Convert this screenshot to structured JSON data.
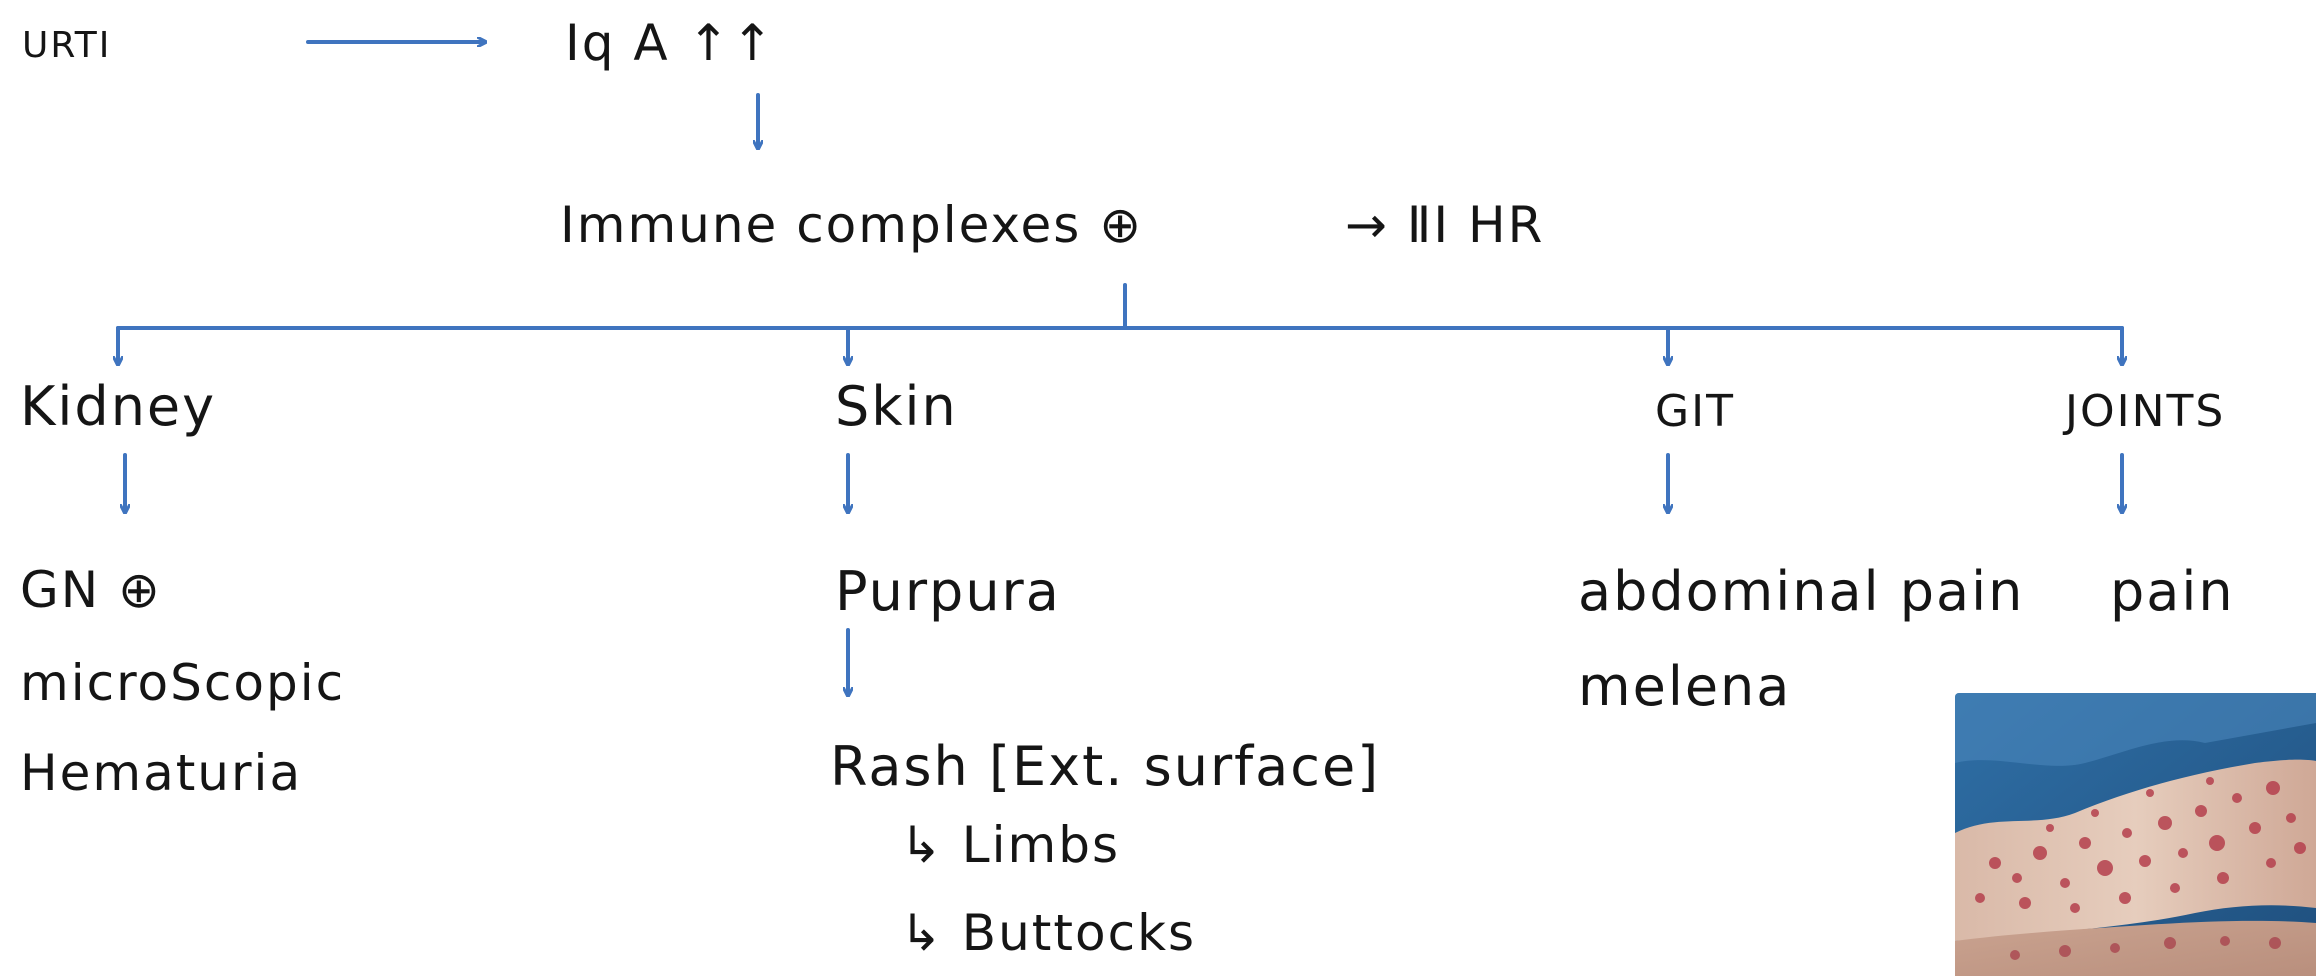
{
  "diagram": {
    "trigger": "URTI",
    "iga": "Iq A ↑↑",
    "immune_complexes": "Immune complexes ⊕",
    "hr": "→ ⅡⅠ HR",
    "branches": {
      "kidney": {
        "heading": "Kidney",
        "lines": [
          "GN ⊕",
          "microScopic",
          "Hematuria"
        ]
      },
      "skin": {
        "heading": "Skin",
        "purpura": "Purpura",
        "rash": "Rash [Ext. surface]",
        "sub": [
          "↳  Limbs",
          "↳  Buttocks"
        ]
      },
      "git": {
        "heading": "GIT",
        "lines": [
          "abdominal pain",
          "melena"
        ]
      },
      "joints": {
        "heading": "JOINTS",
        "lines": [
          "pain"
        ]
      }
    }
  },
  "colors": {
    "arrow": "#3f74bf",
    "text": "#151515"
  },
  "photo": {
    "depicts": "purpuric rash on lower limbs"
  }
}
